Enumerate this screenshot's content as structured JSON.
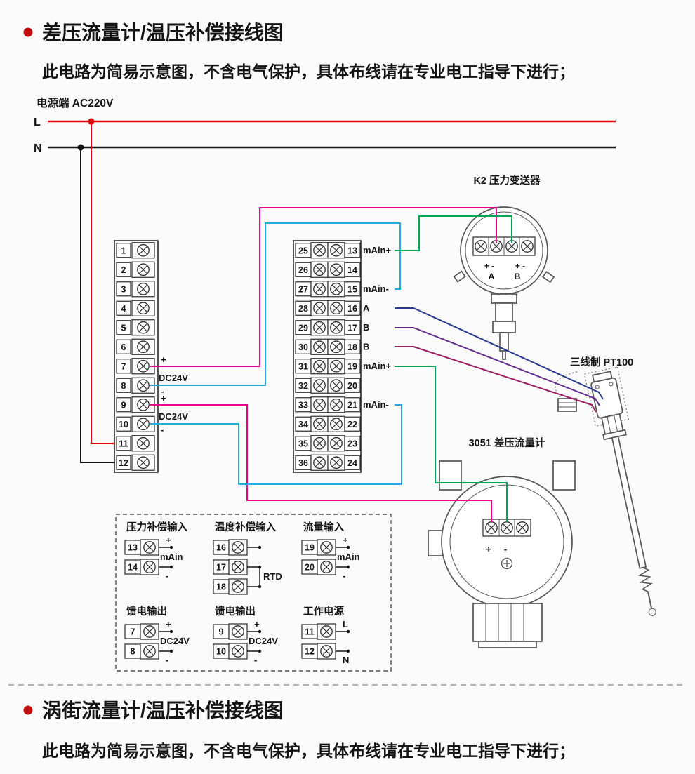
{
  "colors": {
    "power_l": "#e50012",
    "power_n": "#141414",
    "dc_plus": "#ec008c",
    "dc_minus": "#29abe2",
    "signal_green": "#00a651",
    "rtd_a": "#2b3990",
    "rtd_b1": "#662d91",
    "rtd_b2": "#9e1f63",
    "bullet": "#c00d0d",
    "divider": "#9a9a9a"
  },
  "section1": {
    "title": "差压流量计/温压补偿接线图",
    "subtitle": "此电路为简易示意图，不含电气保护，具体布线请在专业电工指导下进行；"
  },
  "section2": {
    "title": "涡街流量计/温压补偿接线图",
    "subtitle": "此电路为简易示意图，不含电气保护，具体布线请在专业电工指导下进行；"
  },
  "power": {
    "label": "电源端 AC220V",
    "l": "L",
    "n": "N"
  },
  "dc": {
    "plus": "+",
    "minus": "-",
    "label": "DC24V"
  },
  "blocks": {
    "left": [
      "1",
      "2",
      "3",
      "4",
      "5",
      "6",
      "7",
      "8",
      "9",
      "10",
      "11",
      "12"
    ],
    "mid_left": [
      "25",
      "26",
      "27",
      "28",
      "29",
      "30",
      "31",
      "32",
      "33",
      "34",
      "35",
      "36"
    ],
    "mid_right": [
      "13",
      "14",
      "15",
      "16",
      "17",
      "18",
      "19",
      "20",
      "21",
      "22",
      "23",
      "24"
    ],
    "right_labels": {
      "13": "mAin+",
      "15": "mAin-",
      "16": "A",
      "17": "B",
      "18": "B",
      "19": "mAin+",
      "21": "mAin-"
    }
  },
  "devices": {
    "k2": {
      "label": "K2 压力变送器",
      "pm": "+ -",
      "a": "A",
      "b": "B"
    },
    "pt100": {
      "label": "三线制 PT100"
    },
    "flow": {
      "label": "3051 差压流量计",
      "plus": "+",
      "minus": "-"
    }
  },
  "legend_groups": [
    {
      "title": "压力补偿输入",
      "mid": "mAin",
      "terminals": [
        {
          "n": "13",
          "tag": "+"
        },
        {
          "n": "14",
          "tag": "-"
        }
      ]
    },
    {
      "title": "温度补偿输入",
      "mid": "RTD",
      "terminals": [
        {
          "n": "16",
          "tag": ""
        },
        {
          "n": "17",
          "tag": ""
        },
        {
          "n": "18",
          "tag": ""
        }
      ]
    },
    {
      "title": "流量输入",
      "mid": "mAin",
      "terminals": [
        {
          "n": "19",
          "tag": "+"
        },
        {
          "n": "20",
          "tag": "-"
        }
      ]
    },
    {
      "title": "馈电输出",
      "mid": "DC24V",
      "terminals": [
        {
          "n": "7",
          "tag": "+"
        },
        {
          "n": "8",
          "tag": "-"
        }
      ]
    },
    {
      "title": "馈电输出",
      "mid": "DC24V",
      "terminals": [
        {
          "n": "9",
          "tag": "+"
        },
        {
          "n": "10",
          "tag": "-"
        }
      ]
    },
    {
      "title": "工作电源",
      "mid": "",
      "terminals": [
        {
          "n": "11",
          "tag": "L"
        },
        {
          "n": "12",
          "tag": "N"
        }
      ]
    }
  ]
}
